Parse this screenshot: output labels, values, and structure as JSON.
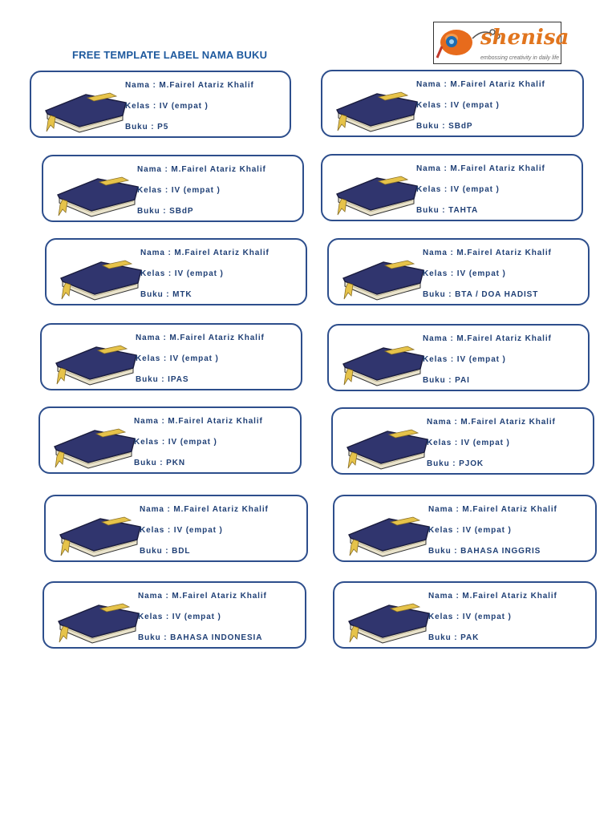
{
  "title": "FREE TEMPLATE LABEL NAMA BUKU",
  "logo": {
    "name": "shenisa",
    "tagline": "embossing creativity in daily life"
  },
  "colors": {
    "border": "#2d4e8c",
    "text": "#1f3f75",
    "title": "#1f5a9e",
    "book_cover": "#30356e",
    "book_strip": "#e6c34a"
  },
  "labels": [
    {
      "nama": "Nama : M.Fairel Atariz Khalif",
      "kelas": "Kelas : IV (empat )",
      "buku": "Buku   :  P5"
    },
    {
      "nama": "Nama : M.Fairel Atariz Khalif",
      "kelas": "Kelas : IV (empat )",
      "buku": "Buku   :  SBdP"
    },
    {
      "nama": "Nama : M.Fairel Atariz Khalif",
      "kelas": "Kelas : IV (empat )",
      "buku": "Buku   :  SBdP"
    },
    {
      "nama": "Nama : M.Fairel Atariz Khalif",
      "kelas": "Kelas : IV (empat )",
      "buku": "Buku   :  TAHTA"
    },
    {
      "nama": "Nama : M.Fairel Atariz Khalif",
      "kelas": "Kelas : IV (empat )",
      "buku": "Buku   :  MTK"
    },
    {
      "nama": "Nama : M.Fairel Atariz Khalif",
      "kelas": "Kelas : IV (empat )",
      "buku": "Buku   :  BTA / DOA HADIST"
    },
    {
      "nama": "Nama : M.Fairel Atariz Khalif",
      "kelas": "Kelas : IV (empat )",
      "buku": "Buku   :  IPAS"
    },
    {
      "nama": "Nama : M.Fairel Atariz Khalif",
      "kelas": "Kelas : IV (empat )",
      "buku": "Buku   :  PAI"
    },
    {
      "nama": "Nama : M.Fairel Atariz Khalif",
      "kelas": "Kelas : IV (empat )",
      "buku": "Buku   :  PKN"
    },
    {
      "nama": "Nama : M.Fairel Atariz Khalif",
      "kelas": "Kelas : IV (empat )",
      "buku": "Buku   :  PJOK"
    },
    {
      "nama": "Nama : M.Fairel Atariz Khalif",
      "kelas": "Kelas : IV (empat )",
      "buku": "Buku   :  BDL"
    },
    {
      "nama": "Nama : M.Fairel Atariz Khalif",
      "kelas": "Kelas : IV (empat )",
      "buku": "Buku   :  BAHASA INGGRIS"
    },
    {
      "nama": "Nama : M.Fairel Atariz Khalif",
      "kelas": "Kelas : IV (empat )",
      "buku": "Buku   :  BAHASA INDONESIA"
    },
    {
      "nama": "Nama : M.Fairel Atariz Khalif",
      "kelas": "Kelas : IV (empat )",
      "buku": "Buku   :  PAK"
    }
  ]
}
